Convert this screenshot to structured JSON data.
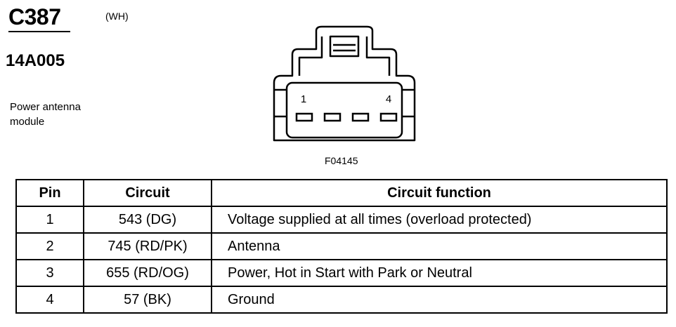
{
  "header": {
    "connector_id": "C387",
    "color_code": "(WH)",
    "part_number": "14A005",
    "description": "Power antenna module"
  },
  "figure": {
    "pin_label_first": "1",
    "pin_label_last": "4",
    "figure_code": "F04145",
    "pin_count": 4
  },
  "table": {
    "headers": [
      "Pin",
      "Circuit",
      "Circuit function"
    ],
    "rows": [
      {
        "pin": "1",
        "circuit": "543 (DG)",
        "function": "Voltage supplied at all times (overload protected)"
      },
      {
        "pin": "2",
        "circuit": "745 (RD/PK)",
        "function": "Antenna"
      },
      {
        "pin": "3",
        "circuit": "655 (RD/OG)",
        "function": "Power, Hot in Start with Park or Neutral"
      },
      {
        "pin": "4",
        "circuit": "57 (BK)",
        "function": "Ground"
      }
    ]
  }
}
